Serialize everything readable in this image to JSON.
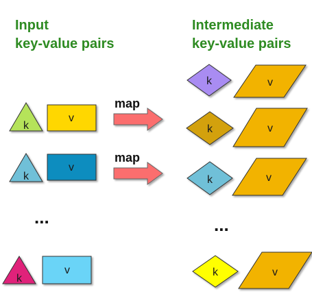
{
  "headings": {
    "input_line1": "Input",
    "input_line2": "key-value pairs",
    "intermediate_line1": "Intermediate",
    "intermediate_line2": "key-value pairs"
  },
  "labels": {
    "key": "k",
    "value": "v",
    "map": "map",
    "ellipsis": "..."
  },
  "colors": {
    "heading": "#2e8b22",
    "input_pairs": [
      {
        "key": "#b5e35a",
        "value": "#ffd700"
      },
      {
        "key": "#6fc0d8",
        "value": "#118dbf"
      },
      {
        "key": "#e0217a",
        "value": "#6ad4f7"
      }
    ],
    "intermediate_pairs": [
      {
        "key": "#a98cf2",
        "value": "#f2b300"
      },
      {
        "key": "#d3a10f",
        "value": "#f2b300"
      },
      {
        "key": "#6fc0d8",
        "value": "#f2b300"
      },
      {
        "key": "#ffff00",
        "value": "#f2b300"
      }
    ],
    "arrow": "#fb6e6e"
  }
}
